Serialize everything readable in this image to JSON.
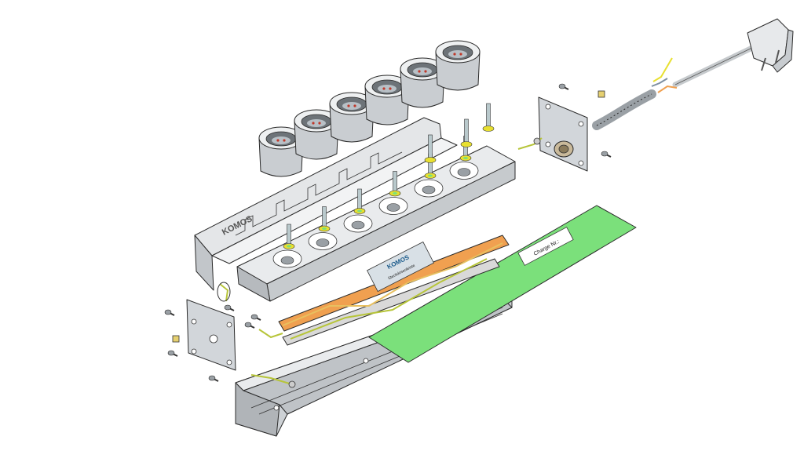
{
  "brand_text": "KOMOS",
  "label_brand": "KOMOS",
  "label_caption": "Steckdosenleiste",
  "tag_text": "Charge Nr.:",
  "colors": {
    "background": "#ffffff",
    "metal": "#d7dadd",
    "metal_shade": "#b3b7bb",
    "outline": "#2b2b2b",
    "busbar": "#f0a050",
    "insulation": "#7be07b",
    "washer": "#e8e030",
    "wire_earth": "#b7c53a"
  },
  "socket_count": 6
}
